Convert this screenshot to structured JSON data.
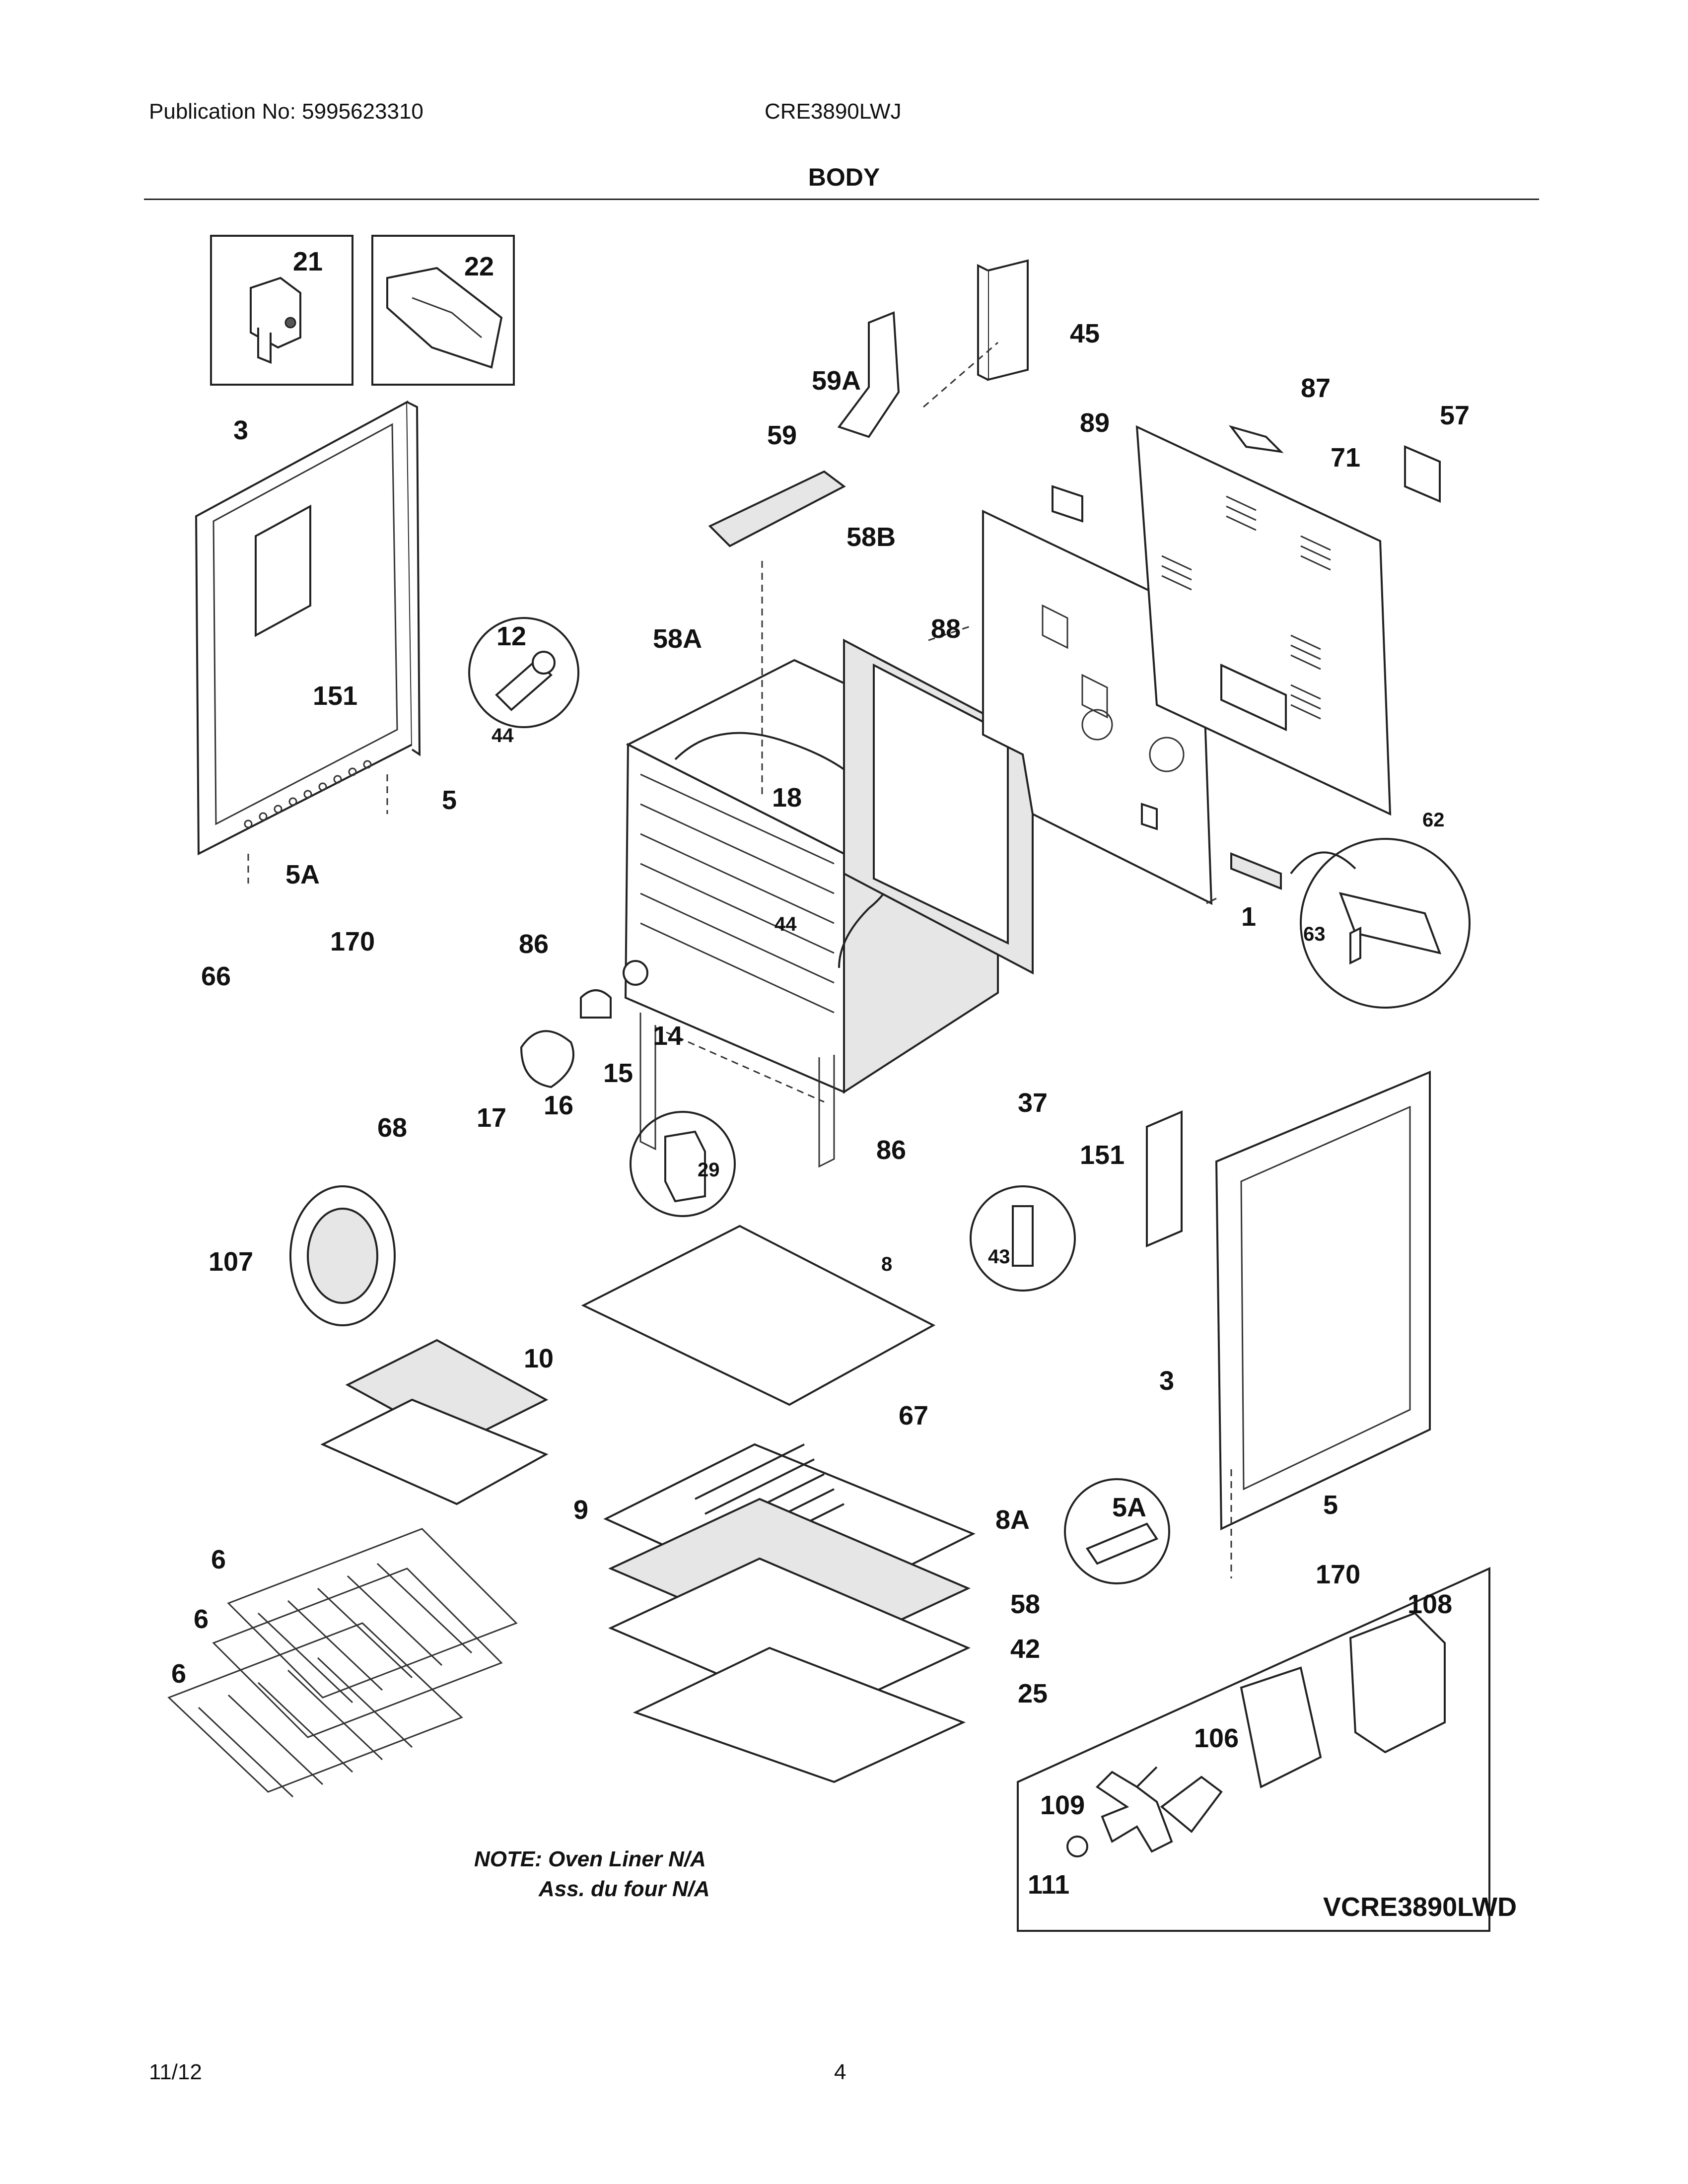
{
  "header": {
    "publication": "Publication No: 5995623310",
    "model": "CRE3890LWJ",
    "section_title": "BODY"
  },
  "callouts": {
    "c21": "21",
    "c22": "22",
    "c3_left": "3",
    "c151_left": "151",
    "c5_left": "5",
    "c5a_left": "5A",
    "c170_left": "170",
    "c66": "66",
    "c68": "68",
    "c12": "12",
    "c44_top": "44",
    "c58a": "58A",
    "c18": "18",
    "c44_mid": "44",
    "c86_left": "86",
    "c14": "14",
    "c15": "15",
    "c16": "16",
    "c17": "17",
    "c29": "29",
    "c86_bottom": "86",
    "c37": "37",
    "c59a": "59A",
    "c59": "59",
    "c58b": "58B",
    "c88": "88",
    "c45": "45",
    "c89": "89",
    "c87": "87",
    "c57": "57",
    "c71": "71",
    "c62": "62",
    "c63": "63",
    "c1": "1",
    "c151_right": "151",
    "c3_right": "3",
    "c5_right": "5",
    "c170_right": "170",
    "c5a_right": "5A",
    "c107": "107",
    "c10": "10",
    "c9": "9",
    "c8": "8",
    "c43": "43",
    "c67": "67",
    "c8a": "8A",
    "c58": "58",
    "c42": "42",
    "c25": "25",
    "c6_a": "6",
    "c6_b": "6",
    "c6_c": "6",
    "c108": "108",
    "c106": "106",
    "c109": "109",
    "c111": "111"
  },
  "note_line1": "NOTE: Oven Liner N/A",
  "note_line2": "Ass. du four N/A",
  "variant_label": "VCRE3890LWD",
  "footer": {
    "date": "11/12",
    "page_number": "4"
  }
}
